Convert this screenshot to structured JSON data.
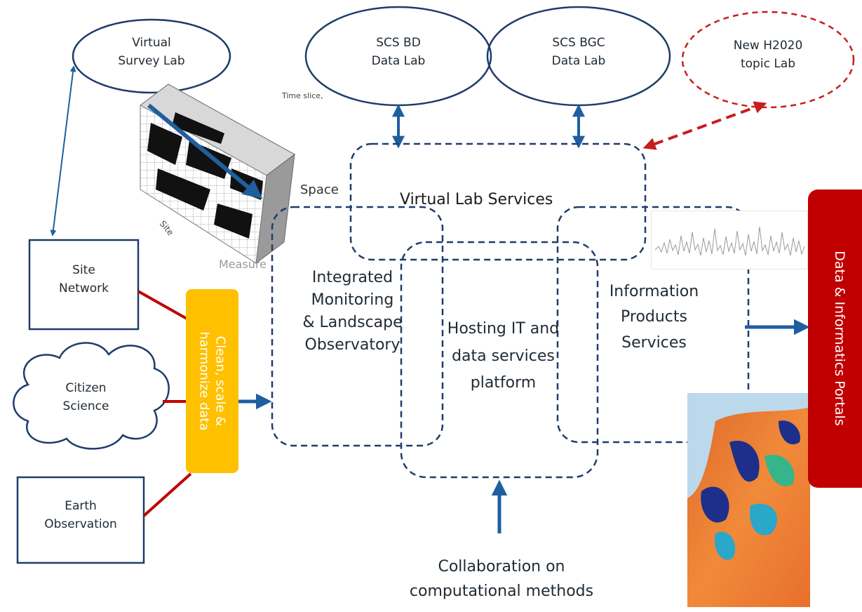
{
  "labs": {
    "virtual_survey": [
      "Virtual",
      "Survey Lab"
    ],
    "scs_bd": [
      "SCS BD",
      "Data Lab"
    ],
    "scs_bgc": [
      "SCS BGC",
      "Data Lab"
    ],
    "new_h2020": [
      "New H2020",
      "topic Lab"
    ]
  },
  "cube": {
    "time_slice": "Time slice,",
    "space": "Space",
    "site": "Site",
    "measure": "Measure"
  },
  "inputs": {
    "site_network": [
      "Site",
      "Network"
    ],
    "citizen_science": [
      "Citizen",
      "Science"
    ],
    "earth_observation": [
      "Earth",
      "Observation"
    ]
  },
  "clean_data": [
    "Clean, scale &",
    "harmonize data"
  ],
  "services": {
    "virtual_lab": "Virtual Lab Services",
    "integrated": [
      "Integrated",
      "Monitoring",
      "& Landscape",
      "Observatory"
    ],
    "hosting": [
      "Hosting IT and",
      "data services",
      "platform"
    ],
    "information": [
      "Information",
      "Products",
      "Services"
    ]
  },
  "collaboration": [
    "Collaboration on",
    "computational methods"
  ],
  "portal": "Data & Informatics Portals",
  "colors": {
    "blue": "#1f5fa0",
    "navy": "#1f3c6b",
    "red": "#c00000",
    "dashed_red": "#c81e1e",
    "yellow": "#ffc000"
  }
}
